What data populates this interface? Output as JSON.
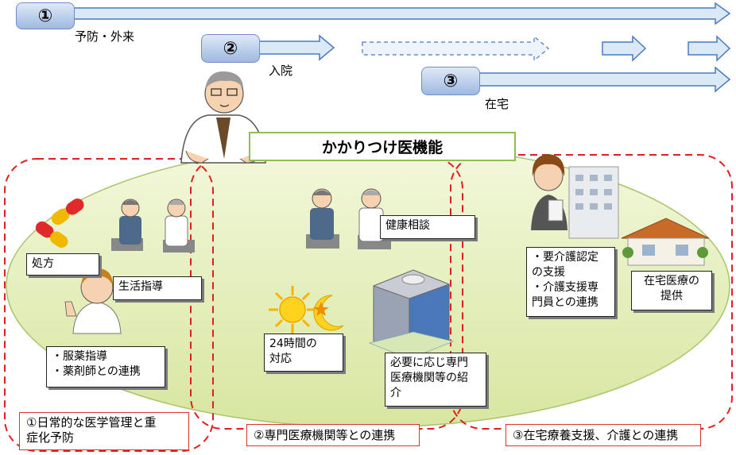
{
  "phases": [
    {
      "number": "①",
      "label": "予防・外来"
    },
    {
      "number": "②",
      "label": "入院"
    },
    {
      "number": "③",
      "label": "在宅"
    }
  ],
  "title": "かかりつけ医機能",
  "boxes": {
    "prescription": "処方",
    "lifestyle": "生活指導",
    "medication": [
      "・服薬指導",
      "・薬剤師との連携"
    ],
    "health_consult": "健康相談",
    "around_clock": [
      "24時間の",
      "対応"
    ],
    "referral": [
      "必要に応じ専門",
      "医療機関等の紹",
      "介"
    ],
    "care_support": [
      "・要介護認定",
      "の支援",
      "・介護支援専",
      "門員との連携"
    ],
    "home_care": [
      "在宅医療の",
      "提供"
    ]
  },
  "sections": {
    "s1": [
      "①日常的な医学管理と重",
      "症化予防"
    ],
    "s2": "②専門医療機関等との連携",
    "s3": "③在宅療養支援、介護との連携"
  },
  "colors": {
    "arrow_fill": "#dbe8f6",
    "arrow_stroke": "#4a7ac0",
    "ellipse": "#e2edb6",
    "dash_red": "#e02020",
    "title_border": "#8fbf54"
  }
}
